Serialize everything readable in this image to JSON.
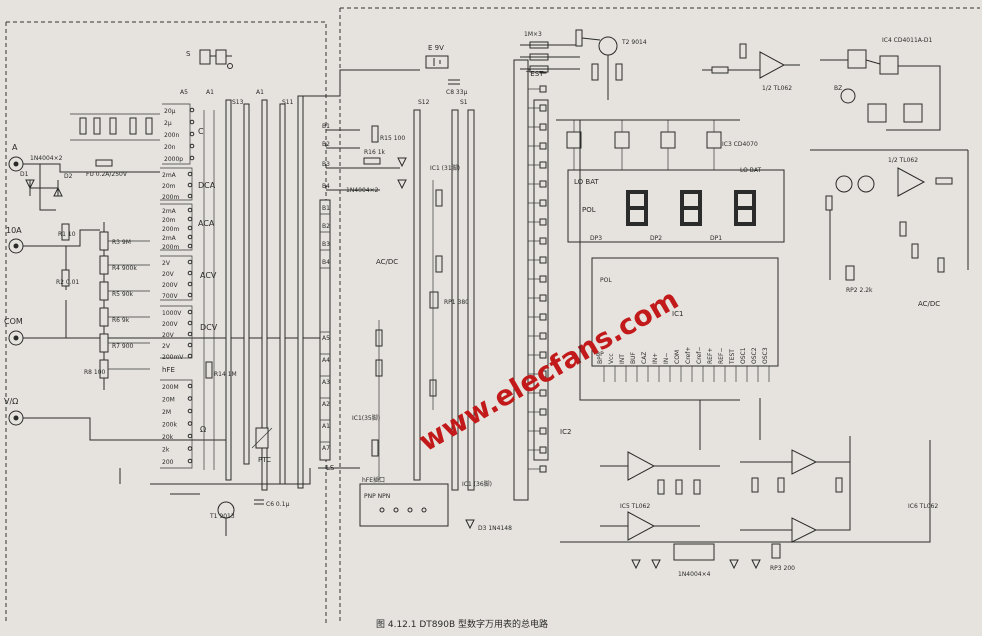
{
  "caption": "图 4.12.1  DT890B 型数字万用表的总电路",
  "watermark": "www.elecfans.com",
  "input_jacks": [
    "A",
    "10A",
    "COM",
    "V/Ω"
  ],
  "range_groups": {
    "capacitance": {
      "label": "C",
      "ranges": [
        "20μ",
        "2μ",
        "200n",
        "20n",
        "2000p"
      ]
    },
    "dca": {
      "label": "DCA",
      "ranges": [
        "2mA",
        "20m",
        "200m"
      ]
    },
    "aca": {
      "label": "ACA",
      "ranges": [
        "2mA",
        "20m",
        "200m",
        "2mA",
        "200m"
      ]
    },
    "acv": {
      "label": "ACV",
      "ranges": [
        "2V",
        "20V",
        "200V",
        "700V"
      ]
    },
    "dcv": {
      "label": "DCV",
      "ranges": [
        "1000V",
        "200V",
        "20V",
        "2V",
        "200mV"
      ]
    },
    "hfe": {
      "label": "hFE"
    },
    "ohm": {
      "label": "Ω",
      "ranges": [
        "200M",
        "20M",
        "2M",
        "200k",
        "20k",
        "2k",
        "200"
      ]
    }
  },
  "components": {
    "fuse": "FU   0.2A/250V",
    "diodes_in": "1N4004×2",
    "diodes_d1d2": [
      "D1",
      "D2"
    ],
    "r_shunt": [
      "R1 10",
      "R2 0.01"
    ],
    "r_divider": [
      "R3 9M",
      "R4 900k",
      "R5 90k",
      "R6 9k",
      "R7 900",
      "R8 100"
    ],
    "bat": "E  9V",
    "ptc": "PTC",
    "t1": "T1\n9013",
    "c6": "C6\n0.1μ",
    "r14": "R14\n1M",
    "ls": "LS",
    "d7": "1N4004×2",
    "r15": "R15\n100",
    "r16": "R16\n1k",
    "ic1": "IC1\n(31脚)",
    "ic1b": "IC1(35脚)",
    "ic1c": "IC1\n(36脚)",
    "acdc": "AC/DC",
    "ic2": "IC2",
    "ic3": "IC3\nCD4070",
    "ic4": "IC4\nCD4011A-D1",
    "ic5": "IC5\nTL062",
    "ic6": "IC6\nTL062",
    "t2": "T2\n9014",
    "test": "TEST",
    "tl062half": "1/2 TL062",
    "lobat": "LO BAT",
    "pol": "POL",
    "dp": [
      "DP3",
      "DP2",
      "DP1",
      "LO BAT"
    ],
    "digits": "8.8.8",
    "ic1_pins": [
      "BP",
      "Vcc",
      "INT",
      "BUF",
      "CAZ",
      "IN+",
      "IN−",
      "COM",
      "Cref+",
      "Cref−",
      "REF+",
      "REF−",
      "TEST",
      "OSC1",
      "OSC2",
      "OSC3"
    ],
    "pnp_npn": "PNP    NPN",
    "hfe_label": "hFE插口",
    "d3": "D3\n1N4148",
    "d5d6": "1N4004×4",
    "rp1": "RP1\n380",
    "rp2": "RP2\n2.2k",
    "rp3": "RP3\n200",
    "c8": "C8\n33μ",
    "r3m": "1M×3"
  }
}
